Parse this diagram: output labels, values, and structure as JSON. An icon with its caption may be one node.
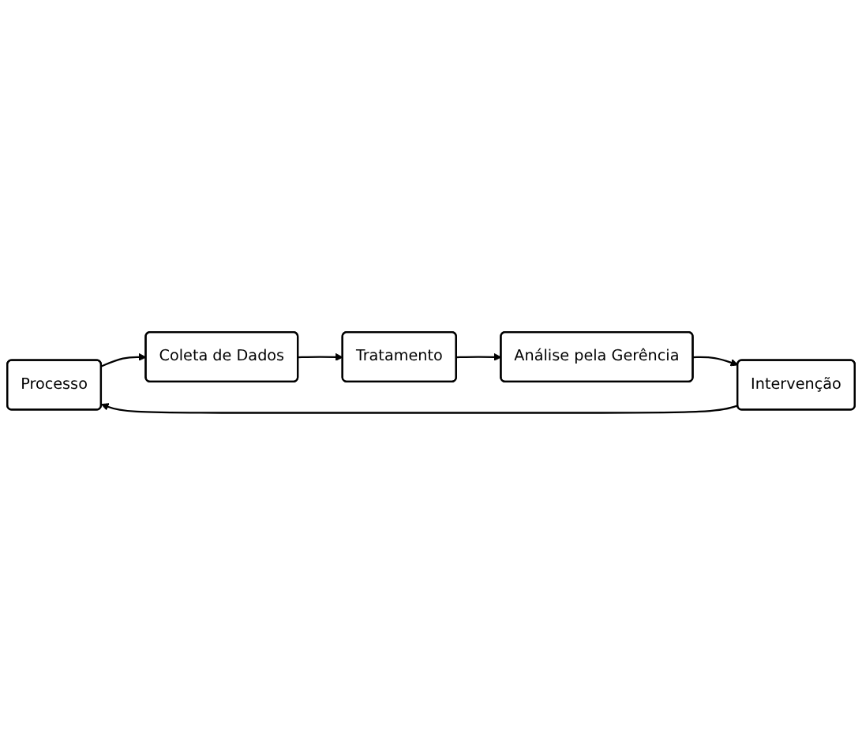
{
  "diagram": {
    "nodes": [
      {
        "text": [
          "Processo"
        ]
      },
      {
        "text": [
          "Coleta de Dados"
        ]
      },
      {
        "text": [
          "Tratamento"
        ]
      },
      {
        "text": [
          "Análise pela Gerência"
        ]
      },
      {
        "text": [
          "Intervenção"
        ]
      }
    ],
    "edges": [
      {
        "from": 0,
        "to": 1,
        "arrow": "to"
      },
      {
        "from": 1,
        "to": 2,
        "arrow": "to"
      },
      {
        "from": 2,
        "to": 3,
        "arrow": "to"
      },
      {
        "from": 3,
        "to": 4,
        "arrow": "to"
      },
      {
        "from": 4,
        "to": 0,
        "arrow": "to"
      }
    ]
  }
}
